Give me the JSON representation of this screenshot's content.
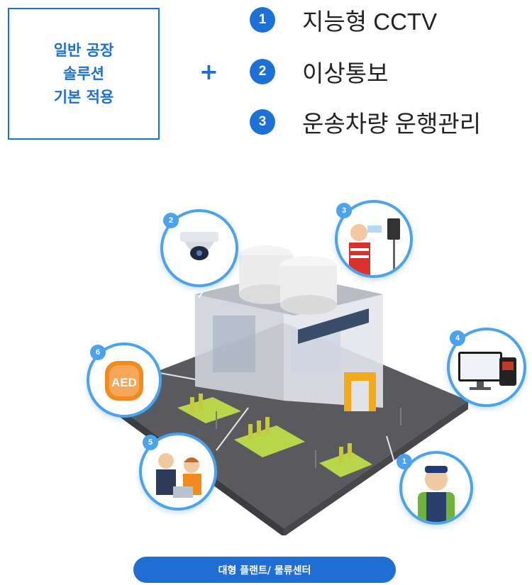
{
  "basic_box": {
    "lines": [
      "일반 공장",
      "솔루션",
      "기본 적용"
    ]
  },
  "plus_sign": "+",
  "features": [
    {
      "number": "1",
      "label": "지능형 CCTV"
    },
    {
      "number": "2",
      "label": "이상통보"
    },
    {
      "number": "3",
      "label": "운송차량 운행관리"
    }
  ],
  "callouts": [
    {
      "number": "1",
      "icon": "security-guard"
    },
    {
      "number": "2",
      "icon": "dome-camera"
    },
    {
      "number": "3",
      "icon": "thermal-scan-kiosk"
    },
    {
      "number": "4",
      "icon": "monitoring-terminal"
    },
    {
      "number": "5",
      "icon": "office-meeting"
    },
    {
      "number": "6",
      "icon": "aed",
      "label": "AED"
    }
  ],
  "footer_label": "대형 플랜트/ 물류센터",
  "colors": {
    "accent": "#1b6fd0",
    "bubble_border": "#4aa3ec",
    "aed": "#f28a1f"
  }
}
